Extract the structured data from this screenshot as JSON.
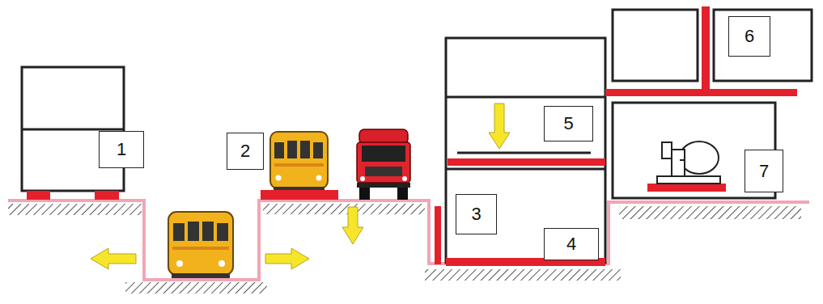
{
  "diagram": {
    "nodes": [
      {
        "text": [
          "1"
        ]
      },
      {
        "text": [
          "2"
        ]
      },
      {
        "text": [
          "3"
        ]
      },
      {
        "text": [
          "4"
        ]
      },
      {
        "text": [
          "5"
        ]
      },
      {
        "text": [
          "6"
        ]
      },
      {
        "text": [
          "7"
        ]
      }
    ]
  }
}
